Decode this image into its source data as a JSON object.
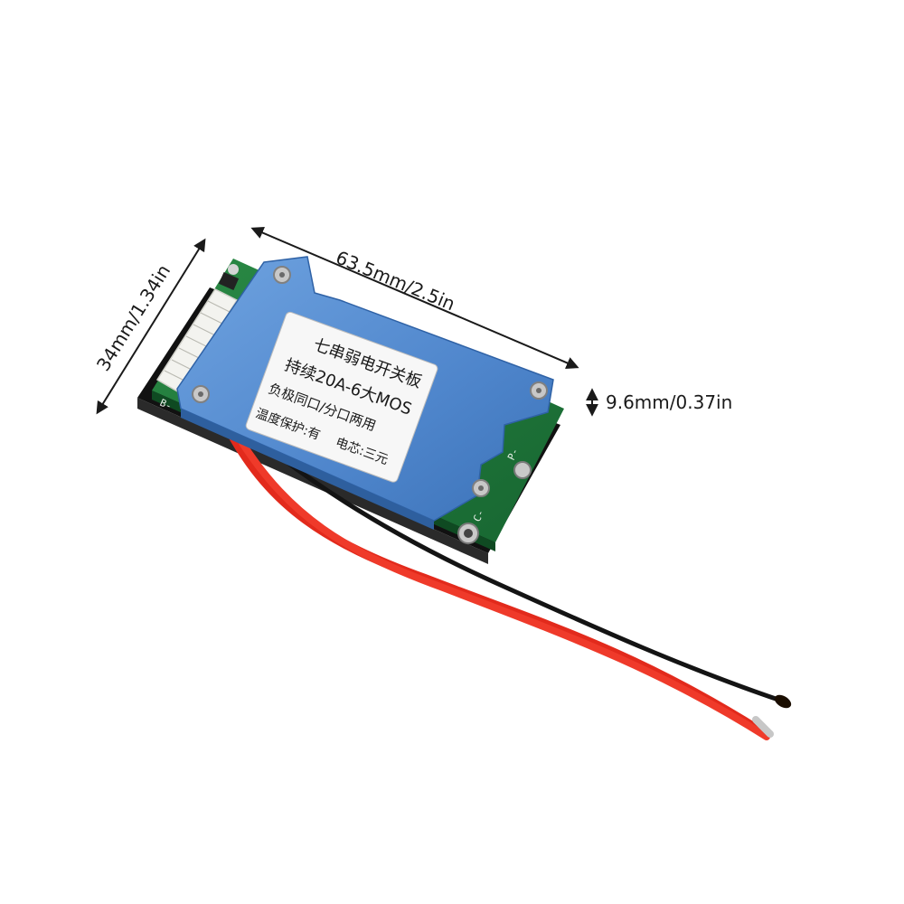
{
  "dimensions": {
    "length": "63.5mm/2.5in",
    "width": "34mm/1.34in",
    "height": "9.6mm/0.37in"
  },
  "sticker": {
    "line1": "七串弱电开关板",
    "line2": "持续20A-6大MOS",
    "line3": "负极同口/分口两用",
    "line4_left": "温度保护:有",
    "line4_right": "电芯:三元"
  },
  "silkscreen": {
    "b_minus": "B-",
    "p_minus": "P-",
    "c_minus": "C-"
  },
  "colors": {
    "heatsink": "#5b8fd0",
    "pcb": "#1f7a3a",
    "wire_red": "#e22a1c",
    "wire_black": "#141414",
    "connector": "#f2f2ee"
  }
}
